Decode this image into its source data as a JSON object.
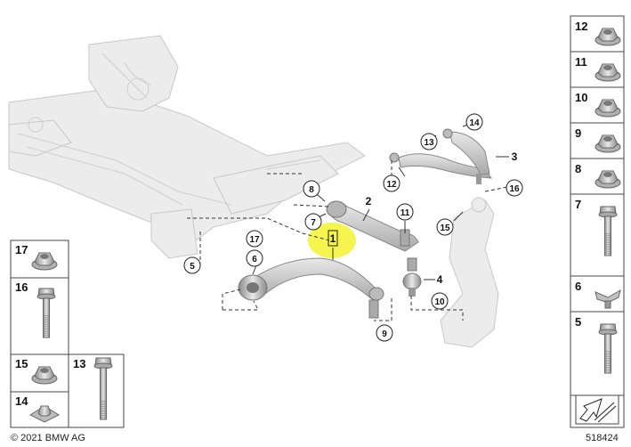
{
  "diagram": {
    "callouts": [
      {
        "id": "c1",
        "label": "1",
        "highlighted": true
      },
      {
        "id": "c2",
        "label": "2"
      },
      {
        "id": "c3",
        "label": "3"
      },
      {
        "id": "c4",
        "label": "4"
      },
      {
        "id": "c5",
        "label": "5"
      },
      {
        "id": "c6",
        "label": "6"
      },
      {
        "id": "c7",
        "label": "7"
      },
      {
        "id": "c8",
        "label": "8"
      },
      {
        "id": "c9",
        "label": "9"
      },
      {
        "id": "c10",
        "label": "10"
      },
      {
        "id": "c11",
        "label": "11"
      },
      {
        "id": "c12",
        "label": "12"
      },
      {
        "id": "c13",
        "label": "13"
      },
      {
        "id": "c14",
        "label": "14"
      },
      {
        "id": "c15",
        "label": "15"
      },
      {
        "id": "c16",
        "label": "16"
      },
      {
        "id": "c17",
        "label": "17"
      }
    ],
    "highlight_color": "#f5f230",
    "part_color": "#c9c9c9",
    "frame_color": "#e3e3e3"
  },
  "right_legend": [
    {
      "label": "12",
      "icon": "flange-nut-icon"
    },
    {
      "label": "11",
      "icon": "self-locking-nut-icon"
    },
    {
      "label": "10",
      "icon": "collar-nut-icon"
    },
    {
      "label": "9",
      "icon": "hex-nut-icon"
    },
    {
      "label": "8",
      "icon": "flange-nut-icon"
    },
    {
      "label": "7",
      "icon": "hex-bolt-icon"
    },
    {
      "label": "6",
      "icon": "spring-clip-icon"
    },
    {
      "label": "5",
      "icon": "flange-bolt-icon"
    }
  ],
  "left_legend": [
    {
      "label": "17",
      "icon": "flange-nut-icon"
    },
    {
      "label": "16",
      "icon": "hex-bolt-icon"
    },
    {
      "label": "15",
      "icon": "flange-nut-icon"
    },
    {
      "label": "13",
      "icon": "long-bolt-icon"
    },
    {
      "label": "14",
      "icon": "cage-nut-icon"
    }
  ],
  "footer": {
    "copyright": "© 2021 BMW AG",
    "document_number": "518424"
  }
}
